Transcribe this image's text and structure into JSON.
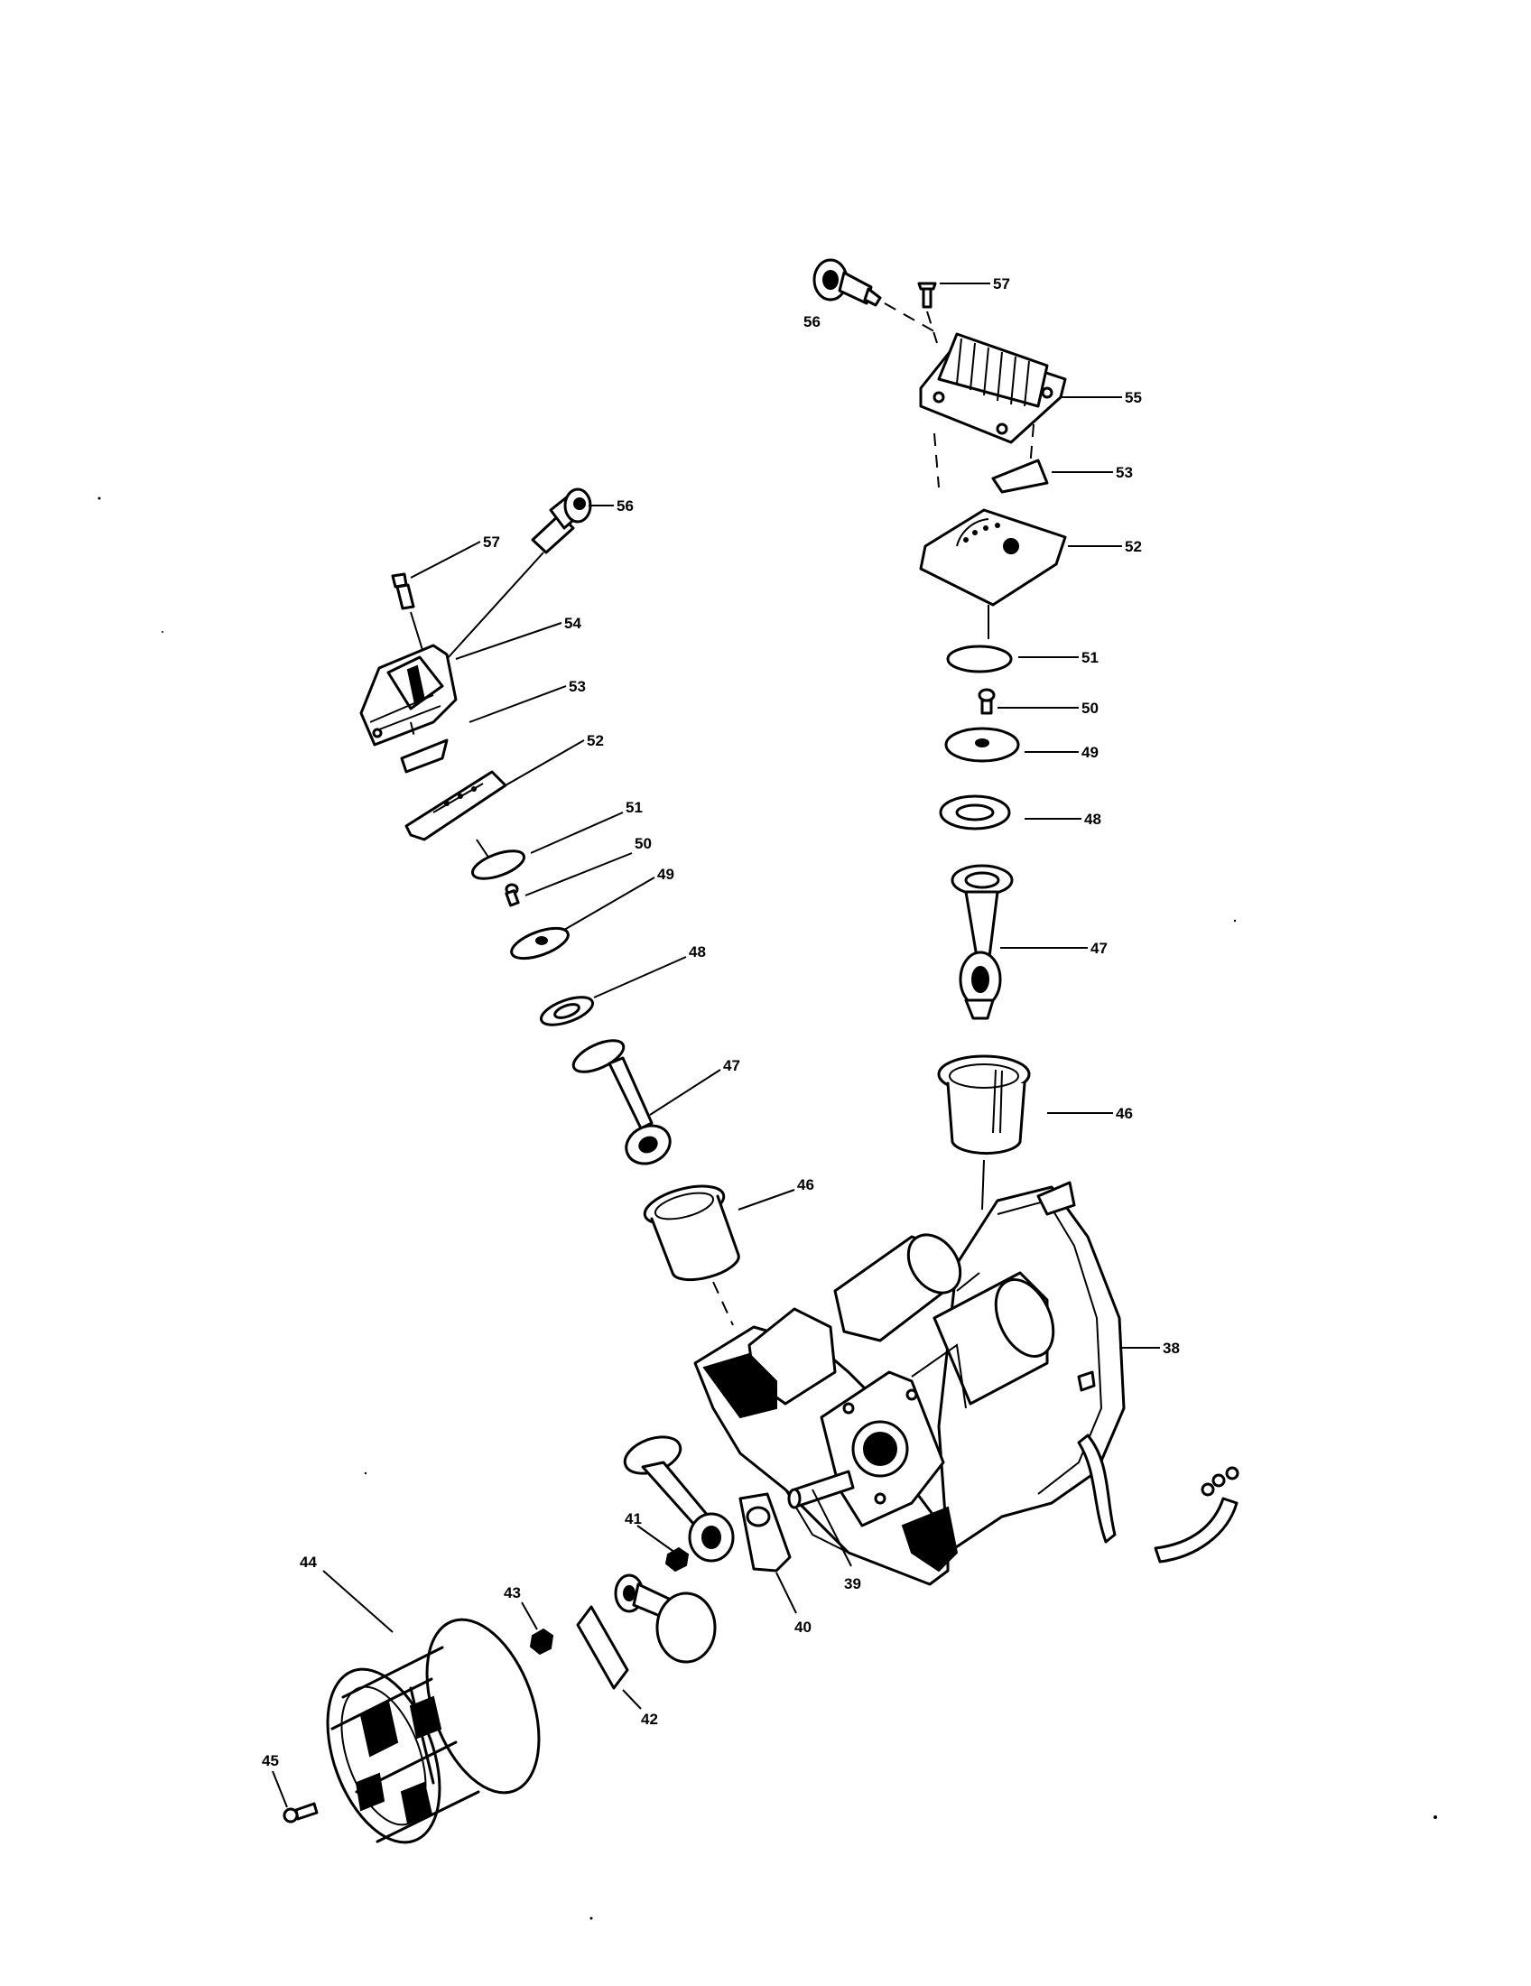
{
  "callouts": [
    {
      "id": "56",
      "label": "56"
    },
    {
      "id": "57",
      "label": "57"
    },
    {
      "id": "55",
      "label": "55"
    },
    {
      "id": "53",
      "label": "53"
    },
    {
      "id": "52",
      "label": "52"
    },
    {
      "id": "51",
      "label": "51"
    },
    {
      "id": "50",
      "label": "50"
    },
    {
      "id": "49",
      "label": "49"
    },
    {
      "id": "48",
      "label": "48"
    },
    {
      "id": "47",
      "label": "47"
    },
    {
      "id": "46",
      "label": "46"
    },
    {
      "id": "38",
      "label": "38"
    },
    {
      "id": "56",
      "label": "56"
    },
    {
      "id": "57",
      "label": "57"
    },
    {
      "id": "54",
      "label": "54"
    },
    {
      "id": "53",
      "label": "53"
    },
    {
      "id": "52",
      "label": "52"
    },
    {
      "id": "51",
      "label": "51"
    },
    {
      "id": "50",
      "label": "50"
    },
    {
      "id": "49",
      "label": "49"
    },
    {
      "id": "48",
      "label": "48"
    },
    {
      "id": "47",
      "label": "47"
    },
    {
      "id": "46",
      "label": "46"
    },
    {
      "id": "41",
      "label": "41"
    },
    {
      "id": "39",
      "label": "39"
    },
    {
      "id": "40",
      "label": "40"
    },
    {
      "id": "44",
      "label": "44"
    },
    {
      "id": "43",
      "label": "43"
    },
    {
      "id": "42",
      "label": "42"
    },
    {
      "id": "45",
      "label": "45"
    }
  ]
}
